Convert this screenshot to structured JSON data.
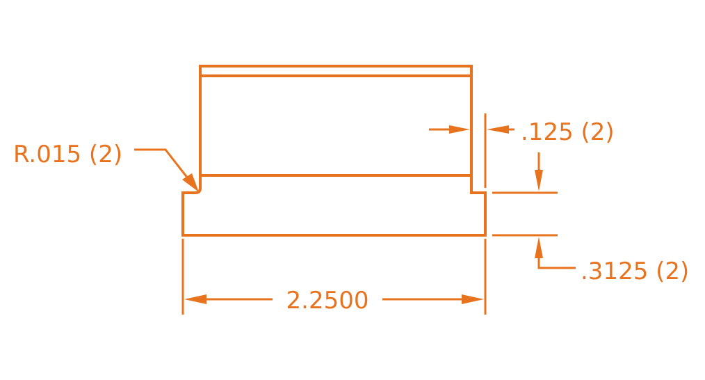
{
  "drawing": {
    "line_color": "#E8731E",
    "background": "#FFFFFF",
    "dimensions": {
      "width": "2.2500",
      "thickness": ".125 (2)",
      "step_height": ".3125 (2)",
      "radius": "R.015 (2)"
    }
  }
}
